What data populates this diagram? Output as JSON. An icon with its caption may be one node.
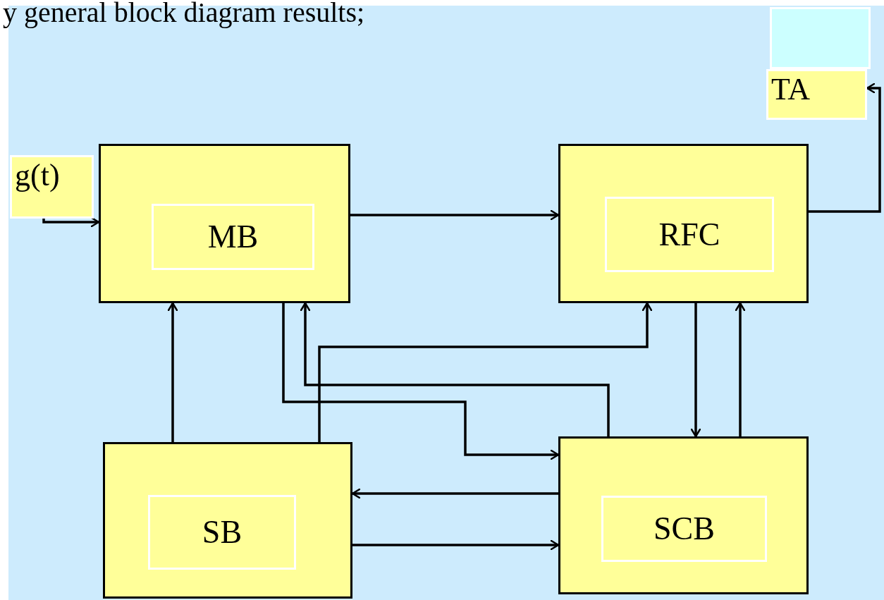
{
  "diagram": {
    "nodes": [
      {
        "text": [],
        "shape": "box"
      },
      {
        "text": [
          "MB"
        ],
        "in": 0
      },
      {
        "text": [],
        "shape": "box"
      },
      {
        "text": [
          "RFC"
        ],
        "in": 2
      },
      {
        "text": [],
        "shape": "box"
      },
      {
        "text": [
          "SB"
        ],
        "in": 4
      },
      {
        "text": [],
        "shape": "box"
      },
      {
        "text": [
          "SCB"
        ],
        "in": 6
      },
      {
        "text": [
          "g(t)"
        ]
      },
      {
        "text": [
          "TA"
        ]
      },
      {
        "text": [],
        "shape": "box"
      }
    ],
    "edges": [
      {
        "from": 8,
        "to": 0,
        "arrow": "to"
      },
      {
        "from": 0,
        "to": 2,
        "arrow": "to"
      },
      {
        "from": 4,
        "to": 0,
        "arrow": "to"
      },
      {
        "from": 0,
        "to": 6,
        "arrow": "to"
      },
      {
        "from": 6,
        "to": 0,
        "arrow": "to"
      },
      {
        "from": 4,
        "to": 2,
        "arrow": "to"
      },
      {
        "from": 2,
        "to": 6,
        "arrow": "to"
      },
      {
        "from": 6,
        "to": 2,
        "arrow": "to"
      },
      {
        "from": 6,
        "to": 4,
        "arrow": "to"
      },
      {
        "from": 4,
        "to": 6,
        "arrow": "to"
      },
      {
        "from": 2,
        "to": 9,
        "arrow": "to"
      }
    ],
    "labels": [
      "y general block diagram results;"
    ]
  }
}
